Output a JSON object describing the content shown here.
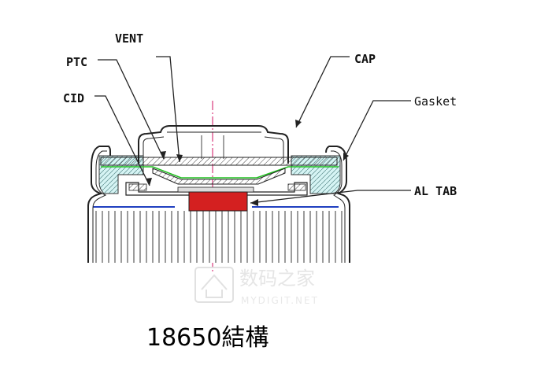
{
  "labels": {
    "vent": "VENT",
    "ptc": "PTC",
    "cid": "CID",
    "cap": "CAP",
    "gasket": "Gasket",
    "al_tab": "AL TAB"
  },
  "watermark": {
    "main": "数码之家",
    "sub": "MYDIGIT.NET"
  },
  "caption": "18650結構",
  "colors": {
    "al_tab": "#d42020",
    "gasket_fill": "#d6f4f4",
    "vent_line": "#20c020",
    "axis": "#d01060",
    "blue_line": "#2040c0",
    "hatch": "#555555"
  }
}
